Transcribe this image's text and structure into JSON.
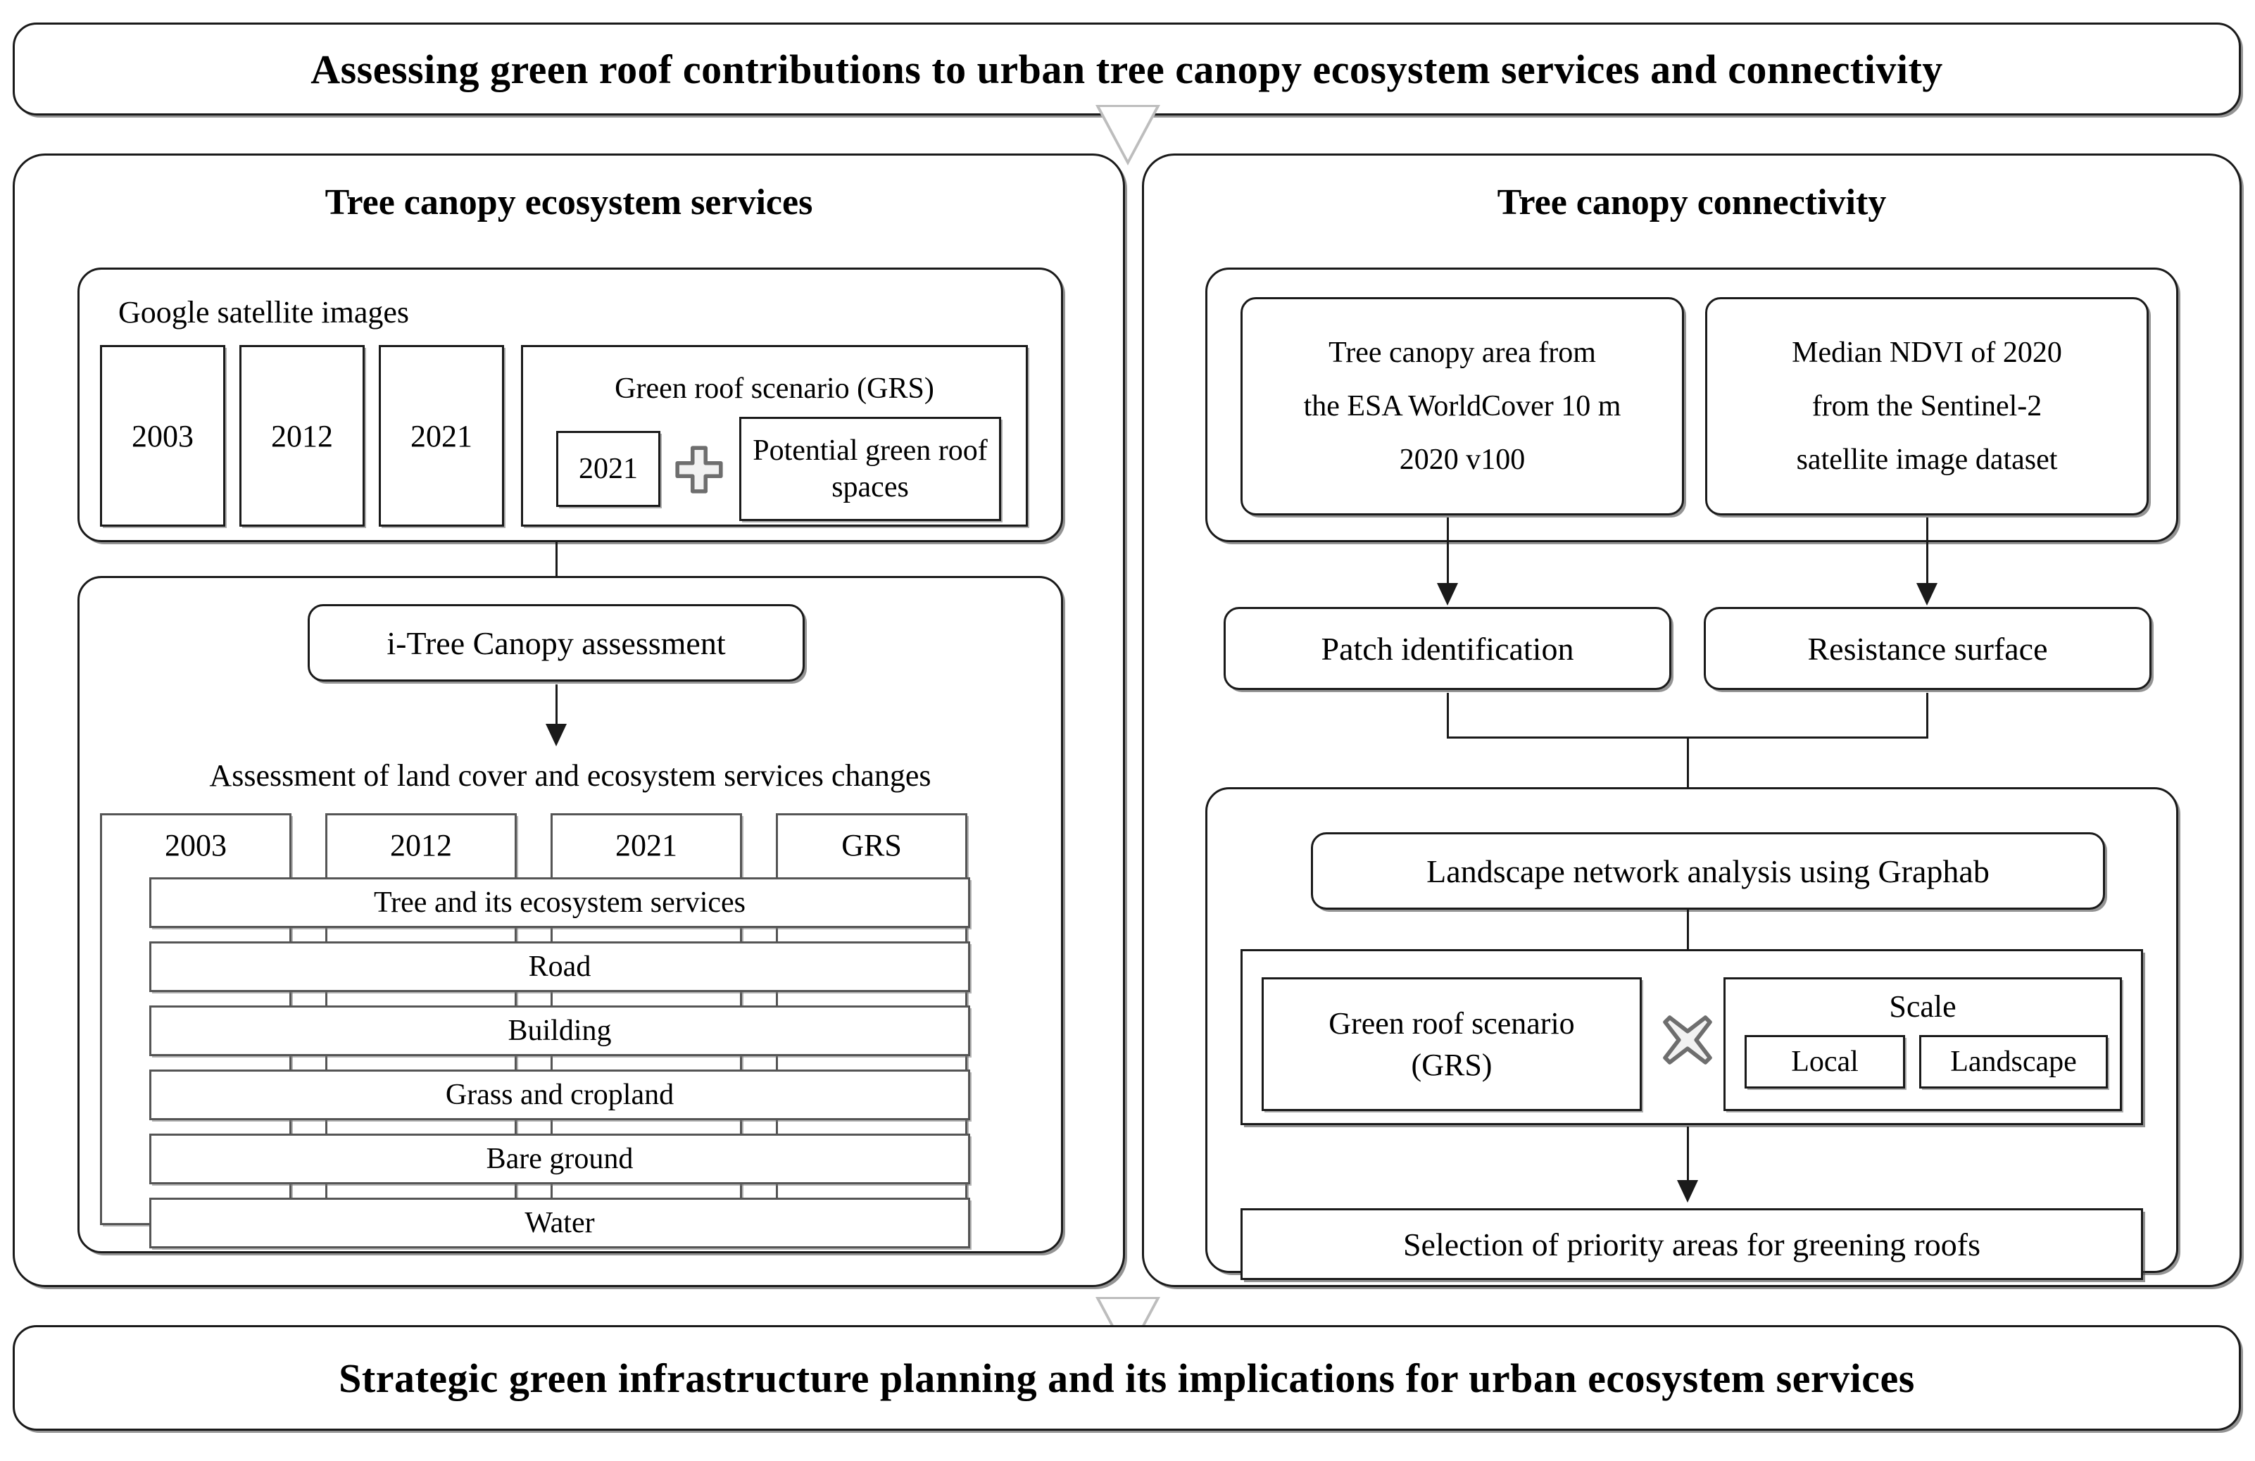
{
  "figure": {
    "type": "flowchart",
    "top_banner": "Assessing green roof contributions to urban tree canopy ecosystem services and connectivity",
    "bottom_banner": "Strategic green infrastructure planning and its implications for urban ecosystem services"
  },
  "left_panel": {
    "title": "Tree canopy ecosystem services",
    "data_group": {
      "label": "Google satellite images",
      "year_boxes": [
        "2003",
        "2012",
        "2021"
      ],
      "grs": {
        "label": "Green roof scenario (GRS)",
        "base_year": "2021",
        "operator_icon": "plus-icon",
        "addend": "Potential green roof spaces"
      }
    },
    "analysis_group": {
      "method_box": "i-Tree  Canopy assessment",
      "section_label": "Assessment of land cover and ecosystem services changes",
      "matrix": {
        "columns": [
          "2003",
          "2012",
          "2021",
          "GRS"
        ],
        "rows": [
          "Tree and its ecosystem services",
          "Road",
          "Building",
          "Grass and cropland",
          "Bare ground",
          "Water"
        ]
      }
    }
  },
  "right_panel": {
    "title": "Tree canopy connectivity",
    "sources": [
      "Tree canopy area from\nthe ESA WorldCover 10 m\n2020 v100",
      "Median NDVI of 2020\nfrom the Sentinel-2\nsatellite image dataset"
    ],
    "source_1_lines": [
      "Tree canopy area from",
      "the ESA WorldCover 10 m",
      "2020 v100"
    ],
    "source_2_lines": [
      "Median NDVI of 2020",
      "from the Sentinel-2",
      "satellite image dataset"
    ],
    "processing": [
      "Patch identification",
      "Resistance surface"
    ],
    "analysis_group": {
      "method_box": "Landscape network analysis using Graphab",
      "scenario_box_lines": [
        "Green roof scenario",
        "(GRS)"
      ],
      "operator_icon": "times-icon",
      "scale": {
        "label": "Scale",
        "options": [
          "Local",
          "Landscape"
        ]
      },
      "output_box": "Selection of priority areas for greening roofs"
    }
  },
  "colors": {
    "stroke": "#1a1a1a",
    "stroke_soft": "#555555",
    "triangle_outline": "#bdbdbd",
    "icon_gray": "#6e6e6e",
    "background": "#ffffff"
  }
}
